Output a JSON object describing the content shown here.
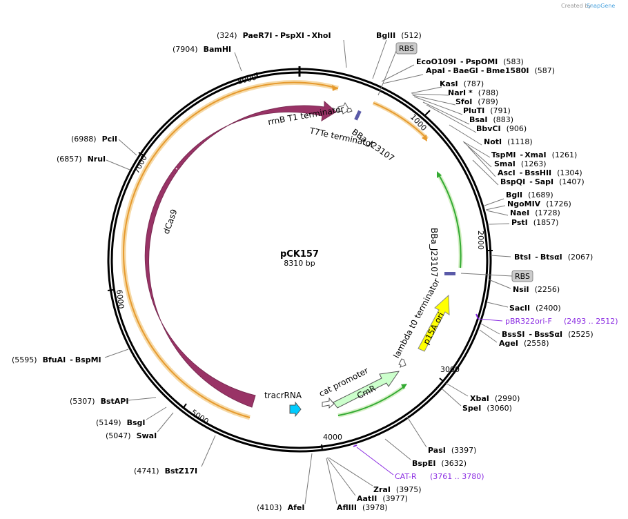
{
  "watermark": "Created by",
  "brand": "SnapGene",
  "plasmid": {
    "name": "pCK157",
    "length_label": "8310 bp",
    "length": 8310
  },
  "ticks": [
    {
      "bp": 1000,
      "label": "1000"
    },
    {
      "bp": 2000,
      "label": "2000"
    },
    {
      "bp": 3000,
      "label": "3000"
    },
    {
      "bp": 4000,
      "label": "4000"
    },
    {
      "bp": 5000,
      "label": "5000"
    },
    {
      "bp": 6000,
      "label": "6000"
    },
    {
      "bp": 7000,
      "label": "7000"
    },
    {
      "bp": 8000,
      "label": "8000"
    }
  ],
  "sites": [
    {
      "pos": "(324)",
      "names": [
        "PaeR7I",
        "PspXI",
        "XhoI"
      ],
      "bp": 324
    },
    {
      "pos": "(512)",
      "names": [
        "BglII"
      ],
      "bp": 512
    },
    {
      "pos": "(583)",
      "names": [
        "EcoO109I",
        "PspOMI"
      ],
      "bp": 583
    },
    {
      "pos": "(587)",
      "names": [
        "ApaI",
        "BaeGI",
        "Bme1580I"
      ],
      "bp": 587
    },
    {
      "pos": "(787)",
      "names": [
        "KasI"
      ],
      "bp": 787
    },
    {
      "pos": "(788)",
      "names": [
        "NarI *"
      ],
      "bp": 788
    },
    {
      "pos": "(789)",
      "names": [
        "SfoI"
      ],
      "bp": 789
    },
    {
      "pos": "(791)",
      "names": [
        "PluTI"
      ],
      "bp": 791
    },
    {
      "pos": "(883)",
      "names": [
        "BsaI"
      ],
      "bp": 883
    },
    {
      "pos": "(906)",
      "names": [
        "BbvCI"
      ],
      "bp": 906
    },
    {
      "pos": "(1118)",
      "names": [
        "NotI"
      ],
      "bp": 1118
    },
    {
      "pos": "(1261)",
      "names": [
        "TspMI",
        "XmaI"
      ],
      "bp": 1261
    },
    {
      "pos": "(1263)",
      "names": [
        "SmaI"
      ],
      "bp": 1263
    },
    {
      "pos": "(1304)",
      "names": [
        "AscI",
        "BssHII"
      ],
      "bp": 1304
    },
    {
      "pos": "(1407)",
      "names": [
        "BspQI",
        "SapI"
      ],
      "bp": 1407
    },
    {
      "pos": "(1689)",
      "names": [
        "BglI"
      ],
      "bp": 1689
    },
    {
      "pos": "(1726)",
      "names": [
        "NgoMIV"
      ],
      "bp": 1726
    },
    {
      "pos": "(1728)",
      "names": [
        "NaeI"
      ],
      "bp": 1728
    },
    {
      "pos": "(1857)",
      "names": [
        "PstI"
      ],
      "bp": 1857
    },
    {
      "pos": "(2067)",
      "names": [
        "BtsI",
        "BtsαI"
      ],
      "bp": 2067
    },
    {
      "pos": "(2256)",
      "names": [
        "NsiI"
      ],
      "bp": 2256
    },
    {
      "pos": "(2400)",
      "names": [
        "SacII"
      ],
      "bp": 2400
    },
    {
      "pos": "(2525)",
      "names": [
        "BssSI",
        "BssSαI"
      ],
      "bp": 2525
    },
    {
      "pos": "(2558)",
      "names": [
        "AgeI"
      ],
      "bp": 2558
    },
    {
      "pos": "(2990)",
      "names": [
        "XbaI"
      ],
      "bp": 2990
    },
    {
      "pos": "(3060)",
      "names": [
        "SpeI"
      ],
      "bp": 3060
    },
    {
      "pos": "(3397)",
      "names": [
        "PasI"
      ],
      "bp": 3397
    },
    {
      "pos": "(3632)",
      "names": [
        "BspEI"
      ],
      "bp": 3632
    },
    {
      "pos": "(3975)",
      "names": [
        "ZraI"
      ],
      "bp": 3975
    },
    {
      "pos": "(3977)",
      "names": [
        "AatII"
      ],
      "bp": 3977
    },
    {
      "pos": "(3978)",
      "names": [
        "AflIII"
      ],
      "bp": 3978
    },
    {
      "pos": "(4103)",
      "names": [
        "AfeI"
      ],
      "bp": 4103
    },
    {
      "pos": "(4741)",
      "names": [
        "BstZ17I"
      ],
      "bp": 4741
    },
    {
      "pos": "(5047)",
      "names": [
        "SwaI"
      ],
      "bp": 5047
    },
    {
      "pos": "(5149)",
      "names": [
        "BsgI"
      ],
      "bp": 5149
    },
    {
      "pos": "(5307)",
      "names": [
        "BstAPI"
      ],
      "bp": 5307
    },
    {
      "pos": "(5595)",
      "names": [
        "BfuAI",
        "BspMI"
      ],
      "bp": 5595
    },
    {
      "pos": "(6857)",
      "names": [
        "NruI"
      ],
      "bp": 6857
    },
    {
      "pos": "(6988)",
      "names": [
        "PciI"
      ],
      "bp": 6988
    },
    {
      "pos": "(7904)",
      "names": [
        "BamHI"
      ],
      "bp": 7904
    }
  ],
  "primers": [
    {
      "name": "pBR322ori-F",
      "range": "(2493 .. 2512)",
      "color": "#8a2be2"
    },
    {
      "name": "CAT-R",
      "range": "(3761 .. 3780)",
      "color": "#8a2be2"
    }
  ],
  "rbs": [
    {
      "label": "RBS"
    },
    {
      "label": "RBS"
    }
  ],
  "features": {
    "dcas9": {
      "label": "dCas9",
      "color": "#993366"
    },
    "rrnb": {
      "label": "rrnB T1 terminator"
    },
    "t7te": {
      "label": "T7Te terminator"
    },
    "bba_top": {
      "label": "BBa_J23107",
      "color": "#5a5aa8"
    },
    "bba_right": {
      "label": "BBa_J23107",
      "color": "#5a5aa8"
    },
    "p15a": {
      "label": "p15A ori",
      "color": "#ffff00"
    },
    "lambda": {
      "label": "lambda t0 terminator"
    },
    "cmr": {
      "label": "CmR",
      "color": "#ccffcc"
    },
    "cat_promoter": {
      "label": "cat promoter"
    },
    "tracrrna": {
      "label": "tracrRNA",
      "color": "#00ccff"
    },
    "orange_arc": {
      "color": "#e69a2e"
    },
    "green_arc": {
      "color": "#33aa33"
    }
  }
}
